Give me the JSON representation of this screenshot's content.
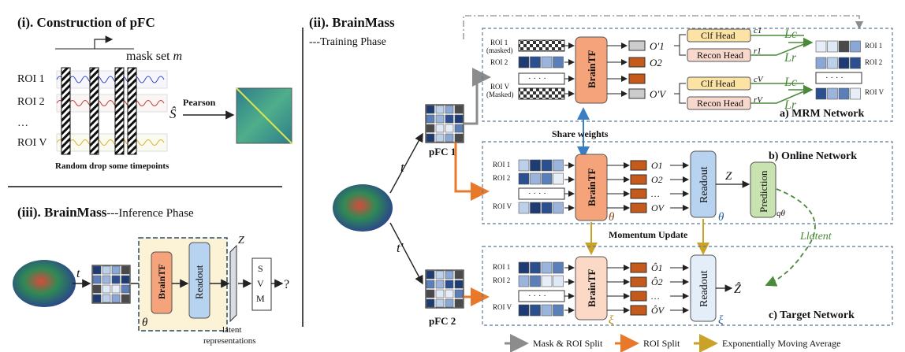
{
  "section1": {
    "title": "(i). Construction of pFC",
    "mask_label": "mask set",
    "mask_symbol": "m",
    "rois": [
      "ROI 1",
      "ROI 2",
      "…",
      "ROI V"
    ],
    "pearson": "Pearson",
    "s_hat": "Ŝ",
    "caption": "Random drop some timepoints"
  },
  "section3": {
    "title_prefix": "(iii).",
    "title_name": "BrainMass",
    "title_suffix": "---Inference Phase",
    "t": "t",
    "brain_tf": "BrainTF",
    "readout": "Readout",
    "theta": "θ",
    "z": "Z",
    "svm": [
      "S",
      "V",
      "M"
    ],
    "question": "?",
    "latent": [
      "latent",
      "representations"
    ]
  },
  "section2": {
    "title_prefix": "(ii).",
    "title_name": "BrainMass",
    "subtitle": "---Training Phase",
    "pfc1": "pFC 1",
    "pfc2": "pFC 2",
    "t": "t",
    "t_prime": "t′",
    "share_weights": "Share weights",
    "momentum": "Momentum Update",
    "mrm": {
      "title": "a) MRM Network",
      "rois_left": [
        "ROI 1",
        "(masked)",
        "ROI 2",
        "ROI V",
        "(Masked)"
      ],
      "outputs": [
        "O′1",
        "O2",
        "O′V"
      ],
      "clf": "Clf Head",
      "recon": "Recon Head",
      "c1": "c1",
      "r1": "r1",
      "cv": "cV",
      "rv": "rV",
      "lc": "Lc",
      "lr": "Lr",
      "rois_right": [
        "ROI 1",
        "ROI 2",
        "ROI V"
      ]
    },
    "online": {
      "title": "b) Online Network",
      "rois": [
        "ROI 1",
        "ROI 2",
        "ROI V"
      ],
      "outputs": [
        "O1",
        "O2",
        "…",
        "OV"
      ],
      "readout": "Readout",
      "z": "Z",
      "prediction": "Prediction",
      "q": "qθ",
      "theta": "θ"
    },
    "target": {
      "title": "c) Target Network",
      "rois": [
        "ROI 1",
        "ROI 2",
        "ROI V"
      ],
      "outputs": [
        "Ô1",
        "Ô2",
        "…",
        "ÔV"
      ],
      "readout": "Readout",
      "z_hat": "Ẑ",
      "xi": "ξ"
    },
    "latent_loss": "Llatent",
    "brain_tf": "BrainTF",
    "theta": "θ"
  },
  "legend": [
    "Mask & ROI Split",
    "ROI Split",
    "Exponentially Moving Average"
  ],
  "colors": {
    "orange": "#e8782a",
    "gold": "#c9a227",
    "gray": "#8c8c8c",
    "green_loss": "#4a8a3a",
    "blue_arrow": "#3a7fc4",
    "tf_fill": "#f4a37a",
    "tf_light": "#fbd9c6",
    "readout_fill": "#b8d3ef",
    "pred_fill": "#c9e3b0",
    "clf_fill": "#fde3a3",
    "recon_fill": "#f8d7cd"
  }
}
